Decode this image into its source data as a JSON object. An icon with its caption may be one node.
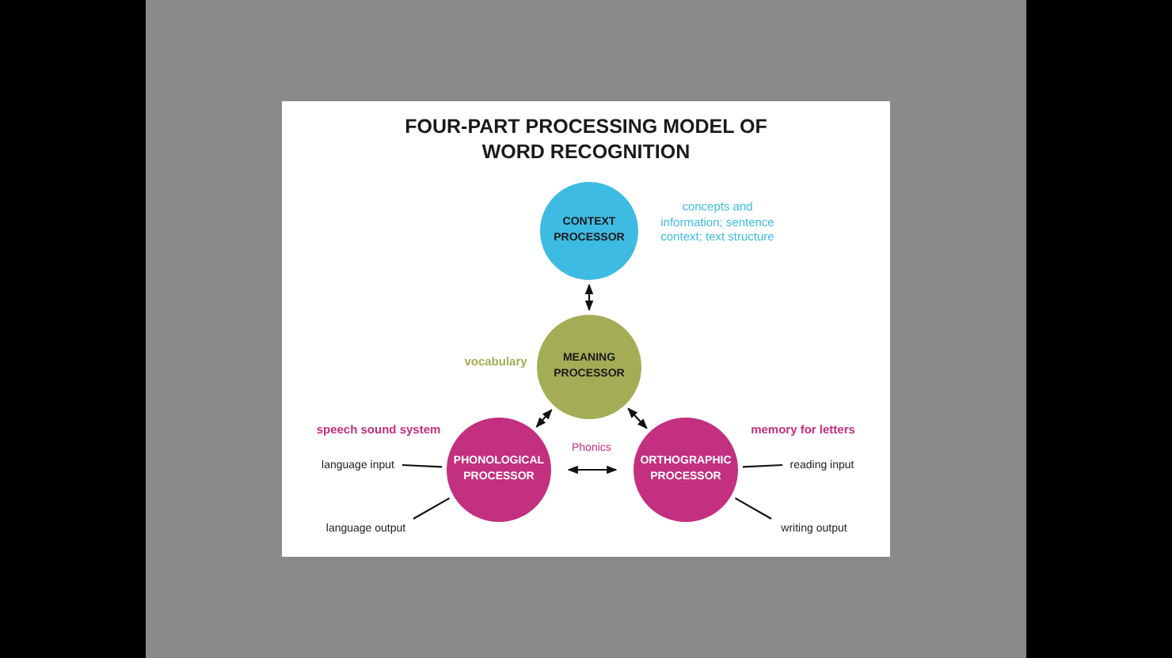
{
  "diagram": {
    "title": "FOUR-PART PROCESSING MODEL OF WORD RECOGNITION",
    "nodes": [
      {
        "text": [
          "CONTEXT PROCESSOR"
        ],
        "beside": [
          "concepts and information; sentence context; text structure"
        ]
      },
      {
        "text": [
          "MEANING PROCESSOR"
        ],
        "beside": [
          "vocabulary"
        ]
      },
      {
        "text": [
          "PHONOLOGICAL PROCESSOR"
        ],
        "beside": [
          "speech sound system"
        ]
      },
      {
        "text": [
          "ORTHOGRAPHIC PROCESSOR"
        ],
        "beside": [
          "memory for letters"
        ]
      },
      {
        "text": [
          "language input"
        ]
      },
      {
        "text": [
          "language output"
        ]
      },
      {
        "text": [
          "reading input"
        ]
      },
      {
        "text": [
          "writing output"
        ]
      }
    ],
    "edges": [
      {
        "from": 0,
        "to": 1,
        "arrow": "both"
      },
      {
        "from": 1,
        "to": 2,
        "arrow": "both"
      },
      {
        "from": 1,
        "to": 3,
        "arrow": "both"
      },
      {
        "from": 2,
        "to": 3,
        "arrow": "both",
        "label": "Phonics"
      },
      {
        "from": 4,
        "to": 2,
        "arrow": "none"
      },
      {
        "from": 5,
        "to": 2,
        "arrow": "none"
      },
      {
        "from": 6,
        "to": 3,
        "arrow": "none"
      },
      {
        "from": 7,
        "to": 3,
        "arrow": "none"
      }
    ]
  }
}
